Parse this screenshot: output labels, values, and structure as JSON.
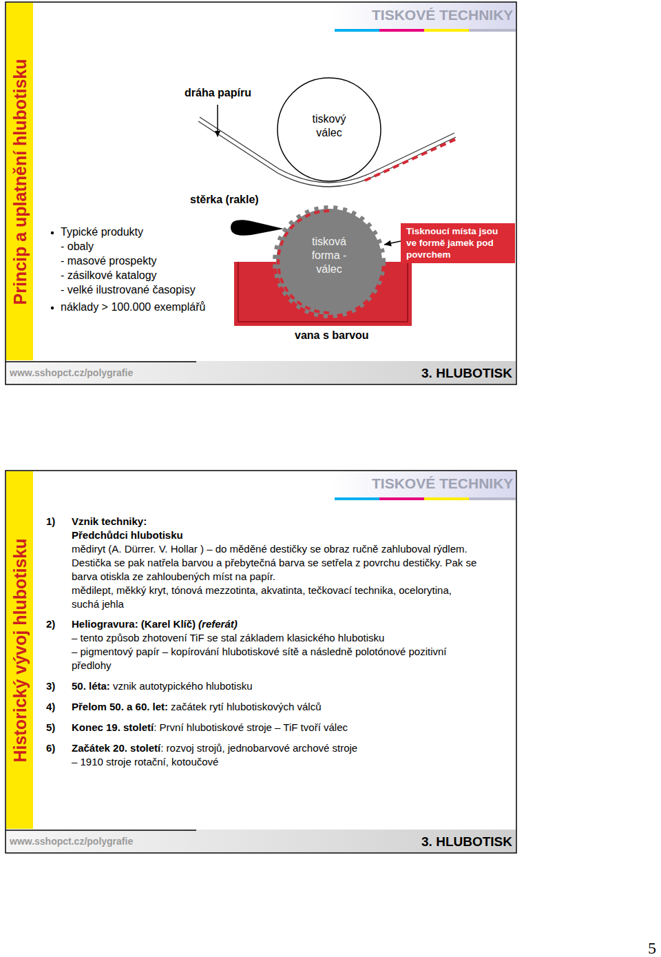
{
  "diagram": {
    "nodes": [
      {
        "text": [
          "Princip a uplatnění hlubotisku"
        ]
      },
      {
        "text": [
          "tiskový válec"
        ]
      },
      {
        "text": [
          "tisková forma - válec"
        ]
      },
      {
        "text": [
          "Tisknoucí místa jsou ve formě jamek pod povrchem"
        ]
      },
      {
        "text": [
          "Historický vývoj hlubotisku"
        ]
      }
    ],
    "edges": [
      {
        "from": 3,
        "to": 2,
        "arrow": "to"
      }
    ],
    "labels": [
      "TISKOVÉ TECHNIKY",
      "dráha papíru",
      "stěrka (rakle)",
      "Typické produkty",
      "- obaly",
      "- masové prospekty",
      "- zásilkové katalogy",
      "- velké ilustrované časopisy",
      "náklady > 100.000 exemplářů",
      "vana s barvou",
      "www.sshopct.cz/polygrafie",
      "3. HLUBOTISK",
      "TISKOVÉ TECHNIKY",
      "1)",
      "Vznik techniky:",
      "Předchůdci hlubotisku",
      "mědiryt (A. Dürrer. V. Hollar ) – do měděné destičky se obraz ručně zahluboval rýdlem. Destička se pak natřela barvou a přebytečná barva se setřela z povrchu destičky. Pak se barva otiskla ze zahloubených míst na papír.",
      "mědilept, měkký kryt, tónová mezzotinta, akvatinta, tečkovací technika, ocelorytina, suchá jehla",
      "2)",
      "Heliogravura: (Karel Klíč)",
      "(referát)",
      "– tento způsob zhotovení TiF se stal základem klasického hlubotisku",
      "– pigmentový papír – kopírování hlubotiskové sítě a následně polotónové pozitivní předlohy",
      "3)",
      "50. léta:",
      "vznik autotypického hlubotisku",
      "4)",
      "Přelom 50. a 60. let:",
      "začátek rytí hlubotiskových válců",
      "5)",
      "Konec 19. století",
      ": První hlubotiskové stroje – TiF tvoří válec",
      "6)",
      "Začátek 20. století",
      ": rozvoj strojů, jednobarvové archové stroje",
      "– 1910 stroje rotační, kotoučové",
      "www.sshopct.cz/polygrafie",
      "3. HLUBOTISK",
      "5"
    ]
  }
}
